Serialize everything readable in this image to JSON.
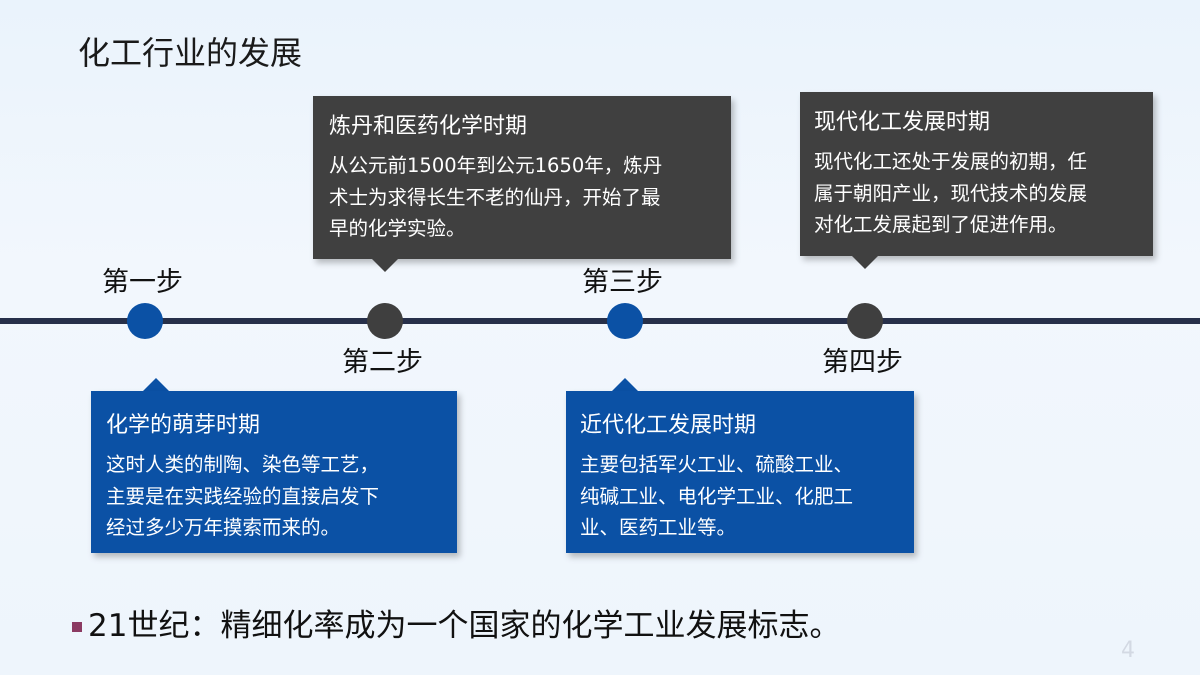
{
  "title": "化工行业的发展",
  "steps": [
    {
      "label": "第一步"
    },
    {
      "label": "第二步"
    },
    {
      "label": "第三步"
    },
    {
      "label": "第四步"
    }
  ],
  "callouts": [
    {
      "title": "化学的萌芽时期",
      "lines": [
        "这时人类的制陶、染色等工艺，",
        "主要是在实践经验的直接启发下",
        "经过多少万年摸索而来的。"
      ]
    },
    {
      "title": "炼丹和医药化学时期",
      "lines": [
        "从公元前1500年到公元1650年，炼丹",
        "术士为求得长生不老的仙丹，开始了最",
        "早的化学实验。"
      ]
    },
    {
      "title": "近代化工发展时期",
      "lines": [
        "主要包括军火工业、硫酸工业、",
        "纯碱工业、电化学工业、化肥工",
        "业、医药工业等。"
      ]
    },
    {
      "title": "现代化工发展时期",
      "lines": [
        "现代化工还处于发展的初期，任",
        "属于朝阳产业，现代技术的发展",
        "对化工发展起到了促进作用。"
      ]
    }
  ],
  "footer": "21世纪：精细化率成为一个国家的化学工业发展标志。",
  "page_number": "4",
  "colors": {
    "blue": "#0b51a5",
    "dark": "#404040",
    "line": "#27304a",
    "bullet": "#8b3a62"
  }
}
